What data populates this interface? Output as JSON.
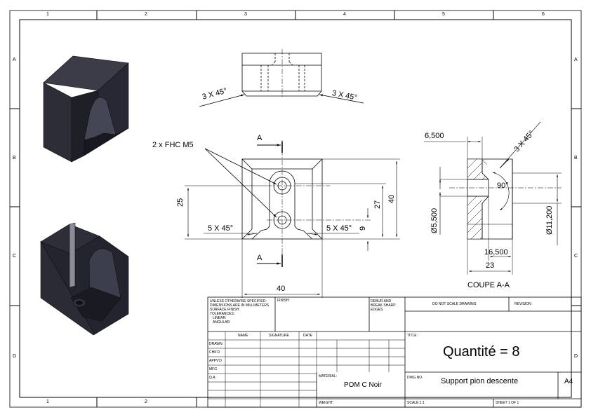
{
  "border": {
    "columns": [
      "1",
      "2",
      "3",
      "4",
      "5",
      "6"
    ],
    "columns_bottom": [
      "1",
      "2"
    ],
    "rows": [
      "A",
      "B",
      "C",
      "D"
    ]
  },
  "top_view": {
    "chamfer_left": "3 X 45°",
    "chamfer_right": "3 X 45°"
  },
  "front_view": {
    "hole_note": "2 x FHC M5",
    "section_mark": "A",
    "dim_25": "25",
    "dim_27": "27",
    "dim_40_vertical": "40",
    "dim_9": "9",
    "dim_40_horizontal": "40",
    "chamfer_left": "5 X 45°",
    "chamfer_right": "5 X 45°"
  },
  "section_view": {
    "dim_6_500": "6,500",
    "chamfer": "3 X 45°",
    "angle": "90°",
    "dia_5_500": "Ø5,500",
    "dia_11_200": "Ø11,200",
    "dim_16_500": "16,500",
    "dim_23": "23",
    "title": "COUPE A-A"
  },
  "title_block": {
    "notes": [
      "UNLESS OTHERWISE SPECIFIED:",
      "DIMENSIONS ARE IN MILLIMETERS",
      "SURFACE FINISH:",
      "TOLERANCES:",
      "LINEAR:",
      "ANGULAR:"
    ],
    "finish": "FINISH:",
    "deburr": [
      "DEBUR AND",
      "BREAK SHARP",
      "EDGES"
    ],
    "do_not_scale": "DO NOT SCALE DRAWING",
    "revision": "REVISION",
    "col_name": "NAME",
    "col_signature": "SIGNATURE",
    "col_date": "DATE",
    "rows": [
      "DRAWN",
      "CHK'D",
      "APPV'D",
      "MFG",
      "Q.A"
    ],
    "title_label": "TITLE:",
    "title_value": "Quantité = 8",
    "material_label": "MATERIAL:",
    "material_value": "POM C Noir",
    "dwg_label": "DWG NO.",
    "dwg_value": "Support pion descente",
    "size": "A4",
    "weight_label": "WEIGHT:",
    "scale": "SCALE:1:1",
    "sheet": "SHEET 1 OF 1"
  }
}
